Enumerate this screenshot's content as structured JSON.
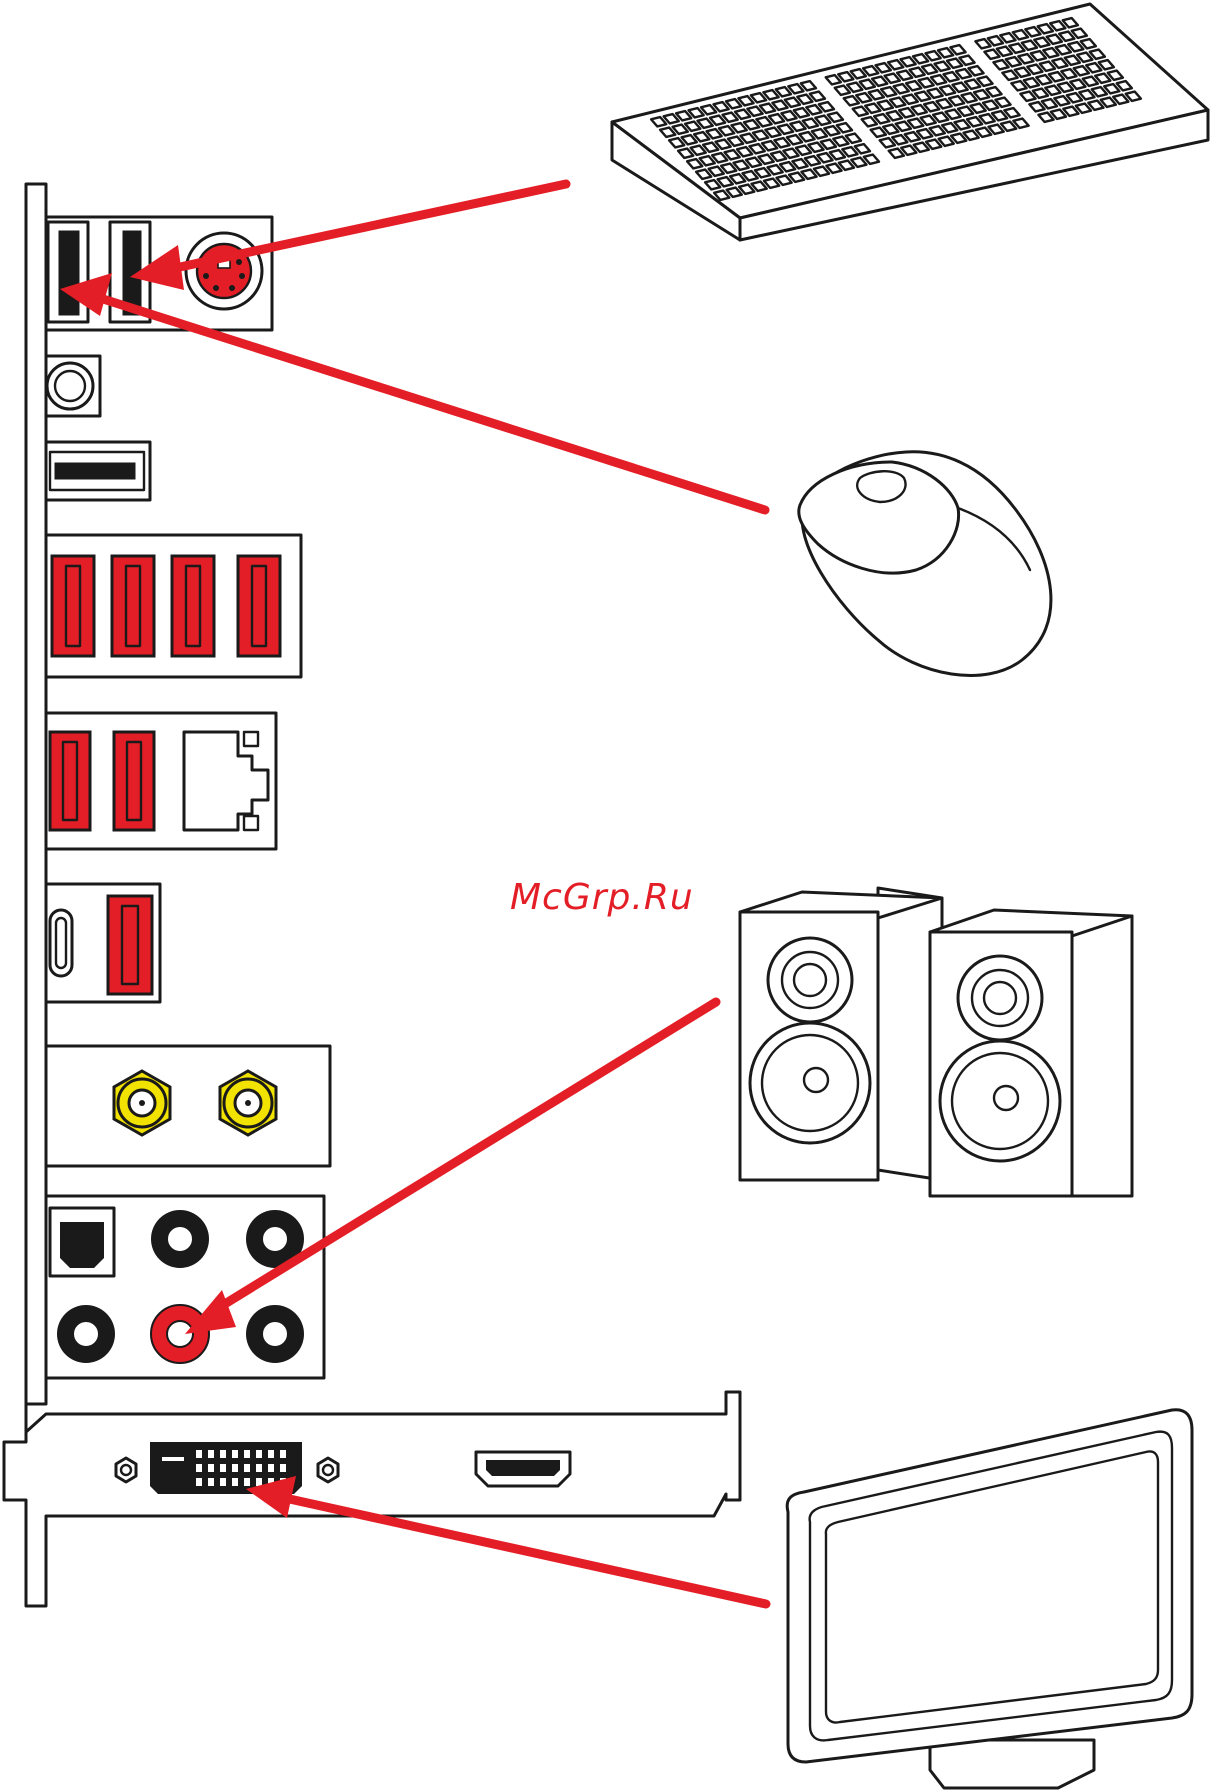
{
  "watermark": {
    "text": "McGrp.Ru"
  },
  "colors": {
    "port_red": "#e41e26",
    "arrow_red": "#e41e26",
    "coax_yellow": "#f2e200",
    "outline": "#1a1a1a"
  },
  "devices": [
    {
      "name": "keyboard",
      "icon": "keyboard-icon",
      "target_port": "usb-2-0-port-1"
    },
    {
      "name": "mouse",
      "icon": "mouse-icon",
      "target_port": "usb-2-0-port-0"
    },
    {
      "name": "speakers",
      "icon": "speakers-icon",
      "target_port": "audio-line-out-jack"
    },
    {
      "name": "monitor",
      "icon": "monitor-icon",
      "target_port": "dvi-port"
    }
  ],
  "io_panel": {
    "groups": [
      "usb-ps2-group",
      "clear-cmos-button",
      "usb-3-1-gen2-port",
      "usb-3-1-quad-group",
      "usb-lan-group",
      "usb-type-c-group",
      "wifi-antenna-group",
      "audio-group"
    ]
  },
  "graphics_bracket": {
    "ports": [
      "dvi-port",
      "hdmi-port"
    ]
  }
}
